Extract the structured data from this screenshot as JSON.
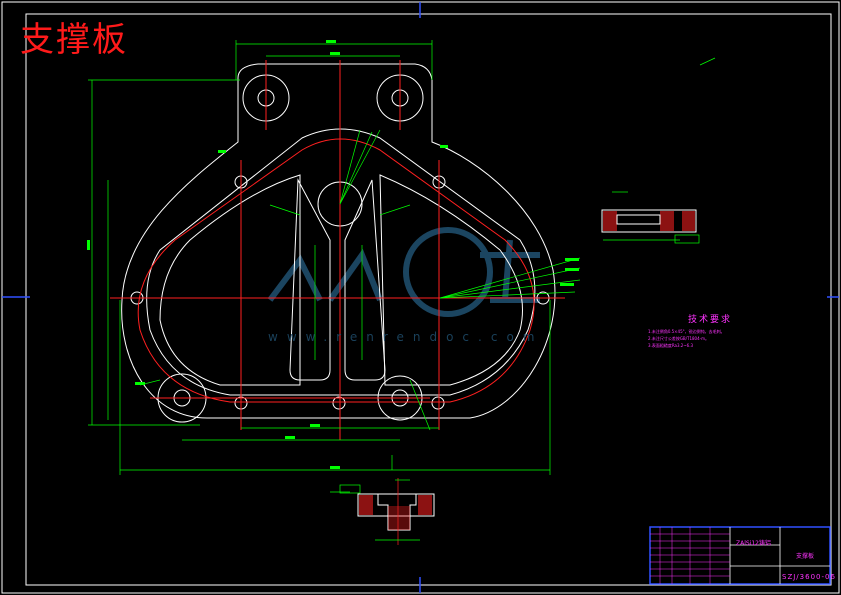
{
  "title_block_heading": "支撑板",
  "watermark": {
    "logo_text": "人人文库",
    "url": "www.renrendoc.com"
  },
  "technical_requirements": {
    "title": "技术要求",
    "lines": [
      "1.未注倒角0.5×45°，锐边倒钝，去毛刺。",
      "2.未注尺寸公差按GB/T1804-m。",
      "3.表面粗糙度Ra3.2~6.3"
    ]
  },
  "title_block": {
    "material": "ZAlSi12铸铝",
    "part_name": "支撑板",
    "drawing_number": "SZJ/3600-06"
  },
  "colors": {
    "outline": "#ffffff",
    "dimension": "#00ff00",
    "centerline": "#ff2020",
    "annotation": "#ff33ff",
    "frame": "#ffffff",
    "watermark": "#1f4d6b"
  }
}
